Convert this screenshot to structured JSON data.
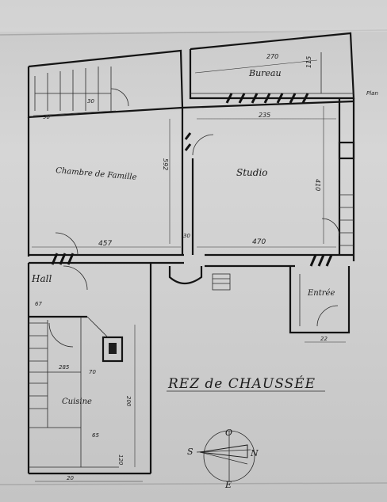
{
  "rooms": {
    "bureau": "Bureau",
    "chambre": "Chambre de Famille",
    "studio": "Studio",
    "hall": "Hall",
    "entree": "Entrée",
    "cuisine": "Cuisine"
  },
  "title": "REZ de CHAUSSÉE",
  "compass": {
    "n": "N",
    "s": "S",
    "e": "E",
    "o": "O"
  },
  "margin_note": "Plan",
  "dimensions": {
    "bureau_w": "270",
    "bureau_d": "115",
    "chambre_w": "457",
    "chambre_h": "592",
    "studio_w": "470",
    "studio_top": "235",
    "studio_h": "410",
    "wall_30": "30",
    "stair_30": "30",
    "stair_90": "90",
    "hall_67": "67",
    "k_70": "70",
    "k_285": "285",
    "k_200": "200",
    "k_120": "120",
    "k_65": "65",
    "entree_22": "22",
    "bottom_20": "20"
  },
  "colors": {
    "paper": "#cfcfcf",
    "ink": "#1e1e1e"
  }
}
